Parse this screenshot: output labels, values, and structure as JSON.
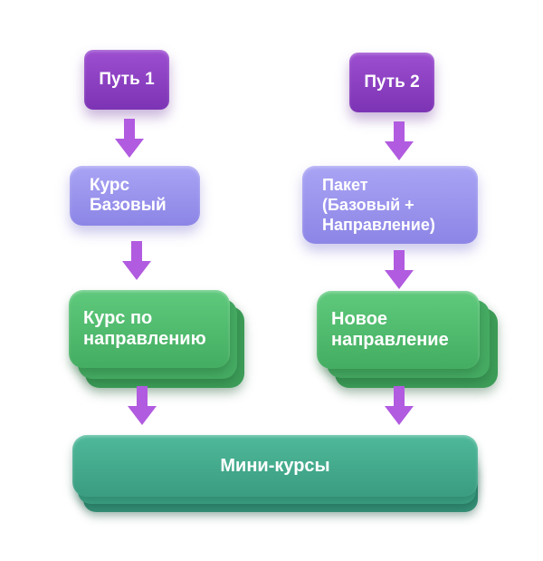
{
  "nodes": {
    "path1": "Путь 1",
    "path2": "Путь 2",
    "course_basic": "Курс\nБазовый",
    "package": "Пакет\n(Базовый +\nНаправление)",
    "course_direction": "Курс по\nнаправлению",
    "new_direction": "Новое\nнаправление",
    "mini_courses": "Мини-курсы"
  },
  "colors": {
    "path": "#8a3fc2",
    "lavender": "#9b95ed",
    "green": "#4fb96c",
    "teal": "#44ab8c",
    "arrow": "#b15be0"
  },
  "edges": [
    [
      "path1",
      "course_basic"
    ],
    [
      "course_basic",
      "course_direction"
    ],
    [
      "course_direction",
      "mini_courses"
    ],
    [
      "path2",
      "package"
    ],
    [
      "package",
      "new_direction"
    ],
    [
      "new_direction",
      "mini_courses"
    ]
  ]
}
